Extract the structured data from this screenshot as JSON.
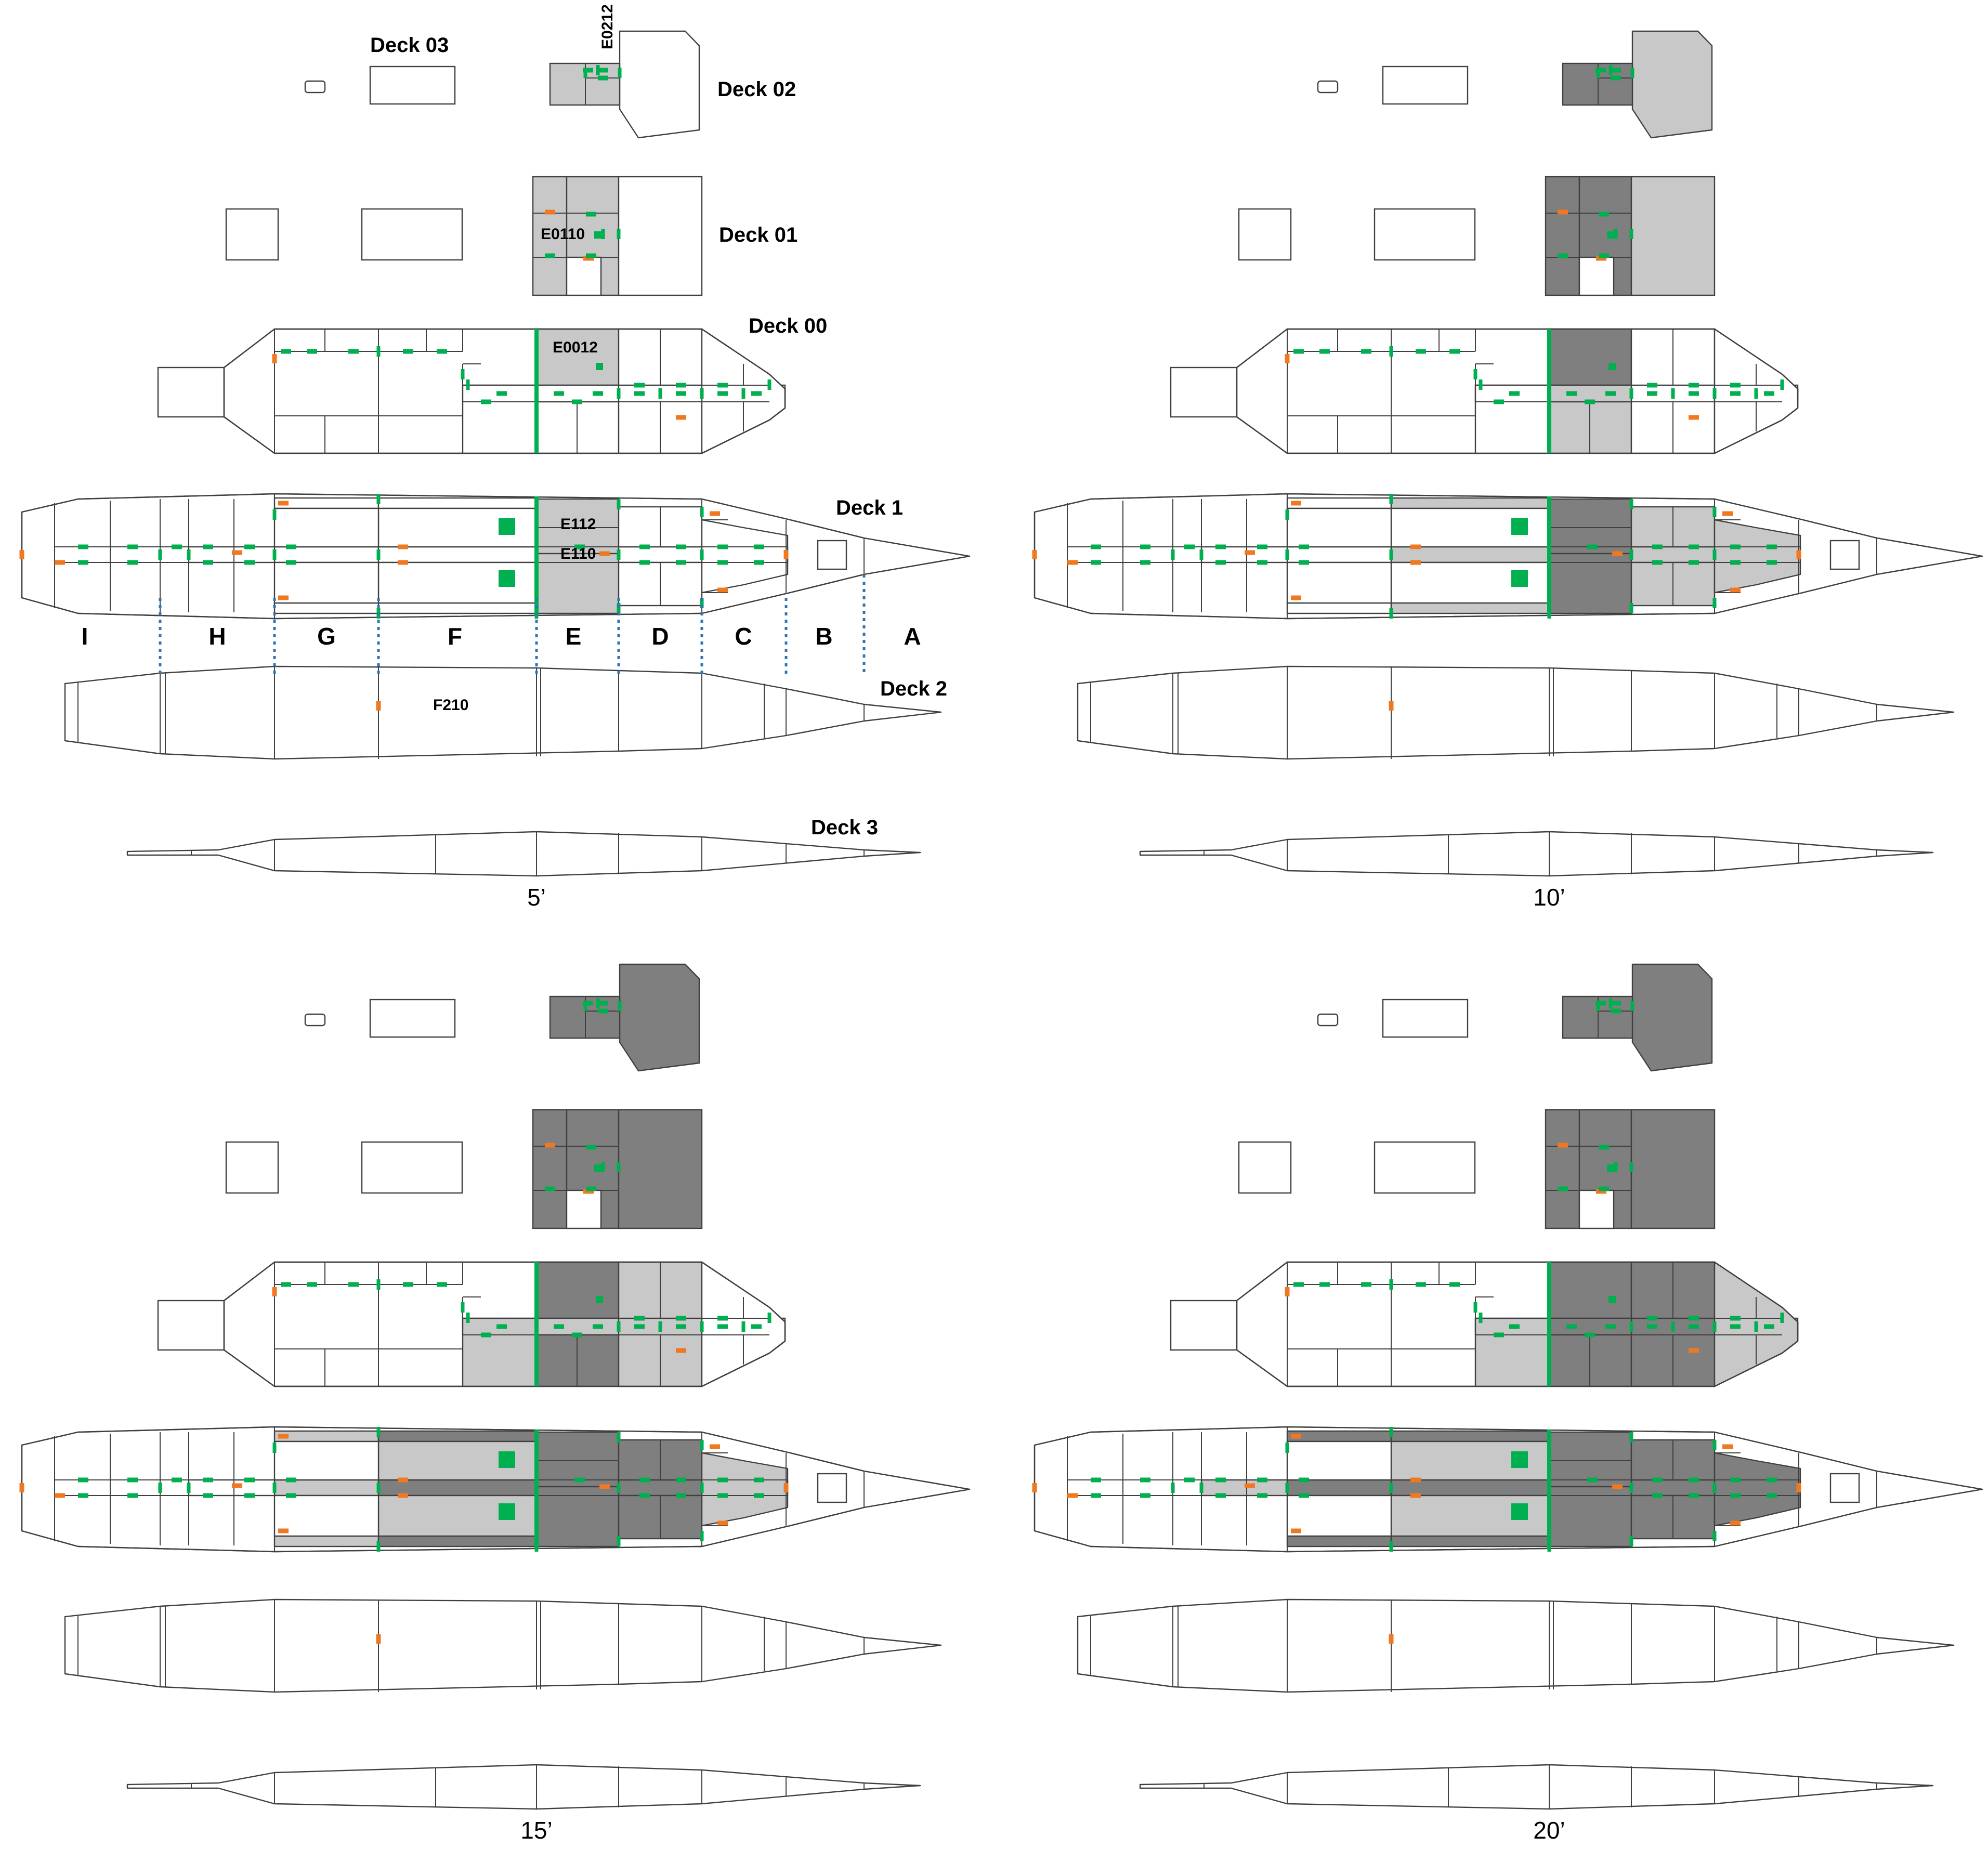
{
  "deck_labels": {
    "deck_03": "Deck 03",
    "deck_02": "Deck 02",
    "deck_01": "Deck 01",
    "deck_00": "Deck 00",
    "deck_1": "Deck 1",
    "deck_2": "Deck 2",
    "deck_3": "Deck 3"
  },
  "zones": [
    "I",
    "H",
    "G",
    "F",
    "E",
    "D",
    "C",
    "B",
    "A"
  ],
  "room_labels": {
    "e0212": "E0212",
    "e0110": "E0110",
    "e0012": "E0012",
    "e112": "E112",
    "e110": "E110",
    "f210": "F210"
  },
  "panels": [
    {
      "time": "5’",
      "smoke": {
        "deck02": {
          "aft_room": "light",
          "bow": "none"
        },
        "deck01": {
          "left_strip": "light",
          "center": "light",
          "right": "none"
        },
        "deck00": {
          "e0012": "light",
          "corridor": "none",
          "e_lower": "none",
          "d_lower": "none",
          "c_zone": "none",
          "f_right": "none"
        },
        "deck1": {
          "e_rooms": "light",
          "corridor_fwd": "none",
          "side_g": "none",
          "side_f": "none",
          "f_center": "none",
          "c_fwd": "none",
          "h_corr": "none"
        }
      }
    },
    {
      "time": "10’",
      "smoke": {
        "deck02": {
          "aft_room": "dark",
          "bow": "light"
        },
        "deck01": {
          "left_strip": "dark",
          "center": "dark",
          "right": "light"
        },
        "deck00": {
          "e0012": "dark",
          "corridor": "light",
          "e_lower": "light",
          "d_lower": "none",
          "c_zone": "none",
          "f_right": "none"
        },
        "deck1": {
          "e_rooms": "dark",
          "corridor_fwd": "light",
          "side_g": "none",
          "side_f": "light",
          "f_center": "none",
          "c_fwd": "light",
          "h_corr": "none"
        }
      }
    },
    {
      "time": "15’",
      "smoke": {
        "deck02": {
          "aft_room": "dark",
          "bow": "dark"
        },
        "deck01": {
          "left_strip": "dark",
          "center": "dark",
          "right": "dark"
        },
        "deck00": {
          "e0012": "dark",
          "corridor": "light",
          "e_lower": "dark",
          "d_lower": "light",
          "c_zone": "none",
          "f_right": "light"
        },
        "deck1": {
          "e_rooms": "dark",
          "corridor_fwd": "dark",
          "side_g": "light",
          "side_f": "dark",
          "f_center": "light",
          "c_fwd": "light",
          "h_corr": "none"
        }
      }
    },
    {
      "time": "20’",
      "smoke": {
        "deck02": {
          "aft_room": "dark",
          "bow": "dark"
        },
        "deck01": {
          "left_strip": "dark",
          "center": "dark",
          "right": "dark"
        },
        "deck00": {
          "e0012": "dark",
          "corridor": "dark",
          "e_lower": "dark",
          "d_lower": "dark",
          "c_zone": "light",
          "f_right": "light"
        },
        "deck1": {
          "e_rooms": "dark",
          "corridor_fwd": "dark",
          "side_g": "dark",
          "side_f": "dark",
          "f_center": "light",
          "c_fwd": "dark",
          "h_corr": "light"
        }
      }
    }
  ],
  "colors": {
    "outline": "#404040",
    "light_smoke": "#c8c8c8",
    "dark_smoke": "#7f7f7f",
    "door_green": "#00b050",
    "vent_orange": "#f07820",
    "zone_divider": "#2e75b6"
  }
}
